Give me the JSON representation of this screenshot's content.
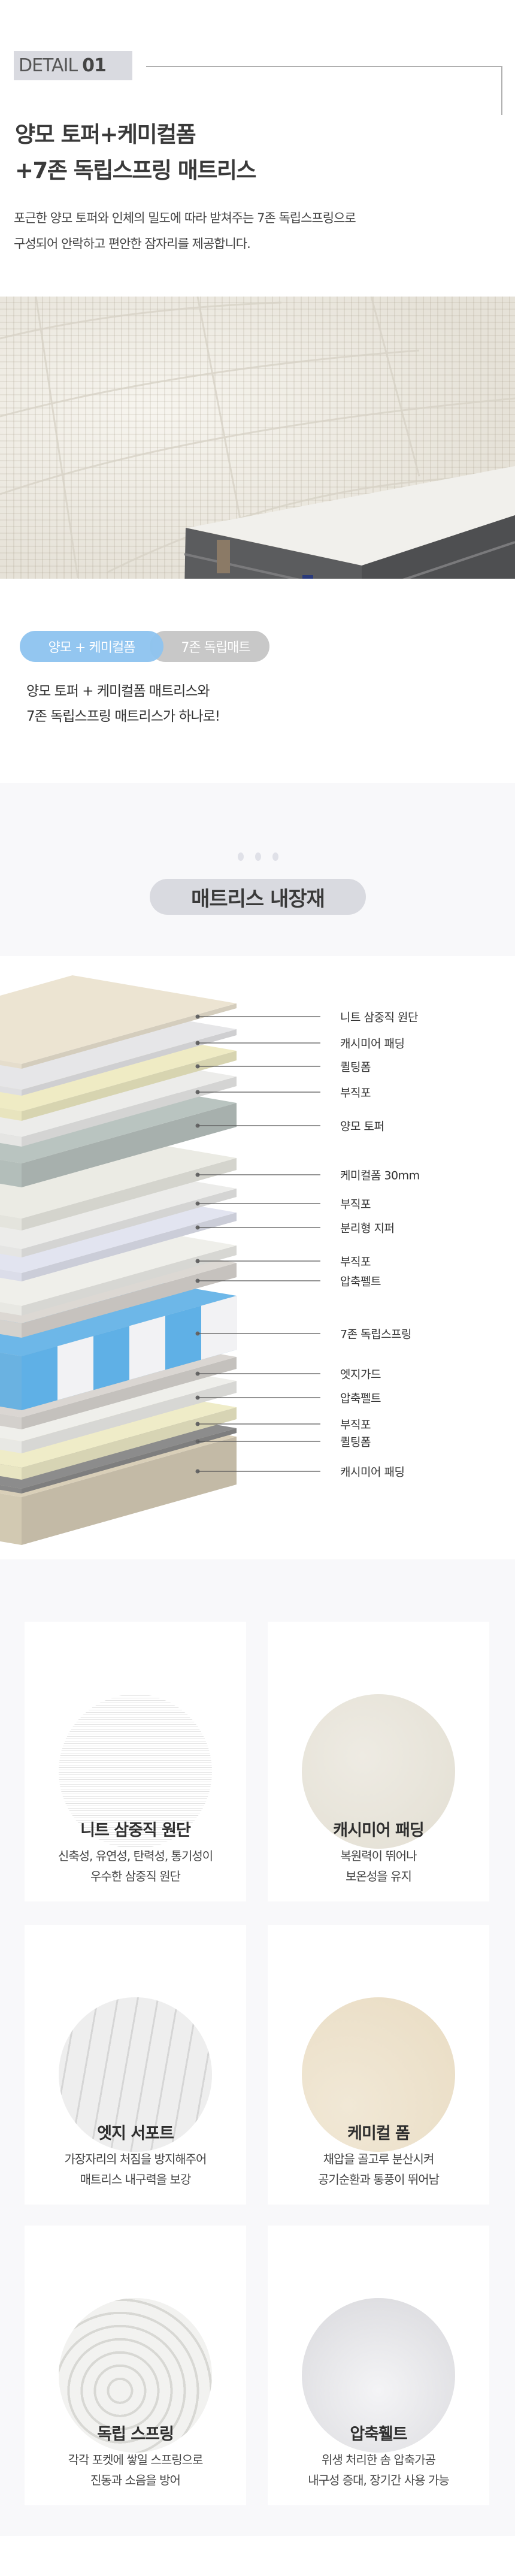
{
  "header": {
    "detail_label": "DETAIL",
    "detail_number": "01"
  },
  "title": {
    "line1": "양모 토퍼+케미컬폼",
    "line2": "+7존 독립스프링 매트리스"
  },
  "description": {
    "line1": "포근한 양모 토퍼와 인체의 밀도에 따라 받쳐주는 7존 독립스프링으로",
    "line2": "구성되어 안락하고 편안한 잠자리를 제공합니다."
  },
  "tags": {
    "primary": "양모 + 케미컬폼",
    "secondary": "7존 독립매트"
  },
  "summary": {
    "line1": "양모 토퍼 + 케미컬폼 매트리스와",
    "line2": "7존 독립스프링 매트리스가 하나로!"
  },
  "materials_section": {
    "heading": "매트리스 내장재"
  },
  "layers": [
    {
      "label": "니트 삼중직 원단"
    },
    {
      "label": "캐시미어 패딩"
    },
    {
      "label": "퀼팅폼"
    },
    {
      "label": "부직포"
    },
    {
      "label": "양모 토퍼"
    },
    {
      "label": "케미컬폼 30mm"
    },
    {
      "label": "부직포"
    },
    {
      "label": "분리형 지퍼"
    },
    {
      "label": "부직포"
    },
    {
      "label": "압축펠트"
    },
    {
      "label": "7존 독립스프링"
    },
    {
      "label": "엣지가드"
    },
    {
      "label": "압축펠트"
    },
    {
      "label": "부직포"
    },
    {
      "label": "퀼팅폼"
    },
    {
      "label": "캐시미어 패딩"
    }
  ],
  "features": [
    {
      "title": "니트 삼중직 원단",
      "desc1": "신축성, 유연성, 탄력성, 통기성이",
      "desc2": "우수한 삼중직 원단"
    },
    {
      "title": "캐시미어 패딩",
      "desc1": "복원력이 뛰어나",
      "desc2": "보온성을 유지"
    },
    {
      "title": "엣지 서포트",
      "desc1": "가장자리의 처짐을 방지해주어",
      "desc2": "매트리스 내구력을 보강"
    },
    {
      "title": "케미컬 폼",
      "desc1": "채압을 골고루 분산시켜",
      "desc2": "공기순환과 통풍이 뛰어남"
    },
    {
      "title": "독립 스프링",
      "desc1": "각각 포켓에 쌓일 스프링으로",
      "desc2": "진동과 소음을 방어"
    },
    {
      "title": "압축휄트",
      "desc1": "위생 처리한 솜 압축가공",
      "desc2": "내구성 증대, 장기간 사용 가능"
    }
  ],
  "colors": {
    "tag_blue": "#8ec4f0",
    "tag_gray": "#c8c8c8",
    "section_bg": "#f8f8fa",
    "label_bg": "#d9dae0"
  }
}
